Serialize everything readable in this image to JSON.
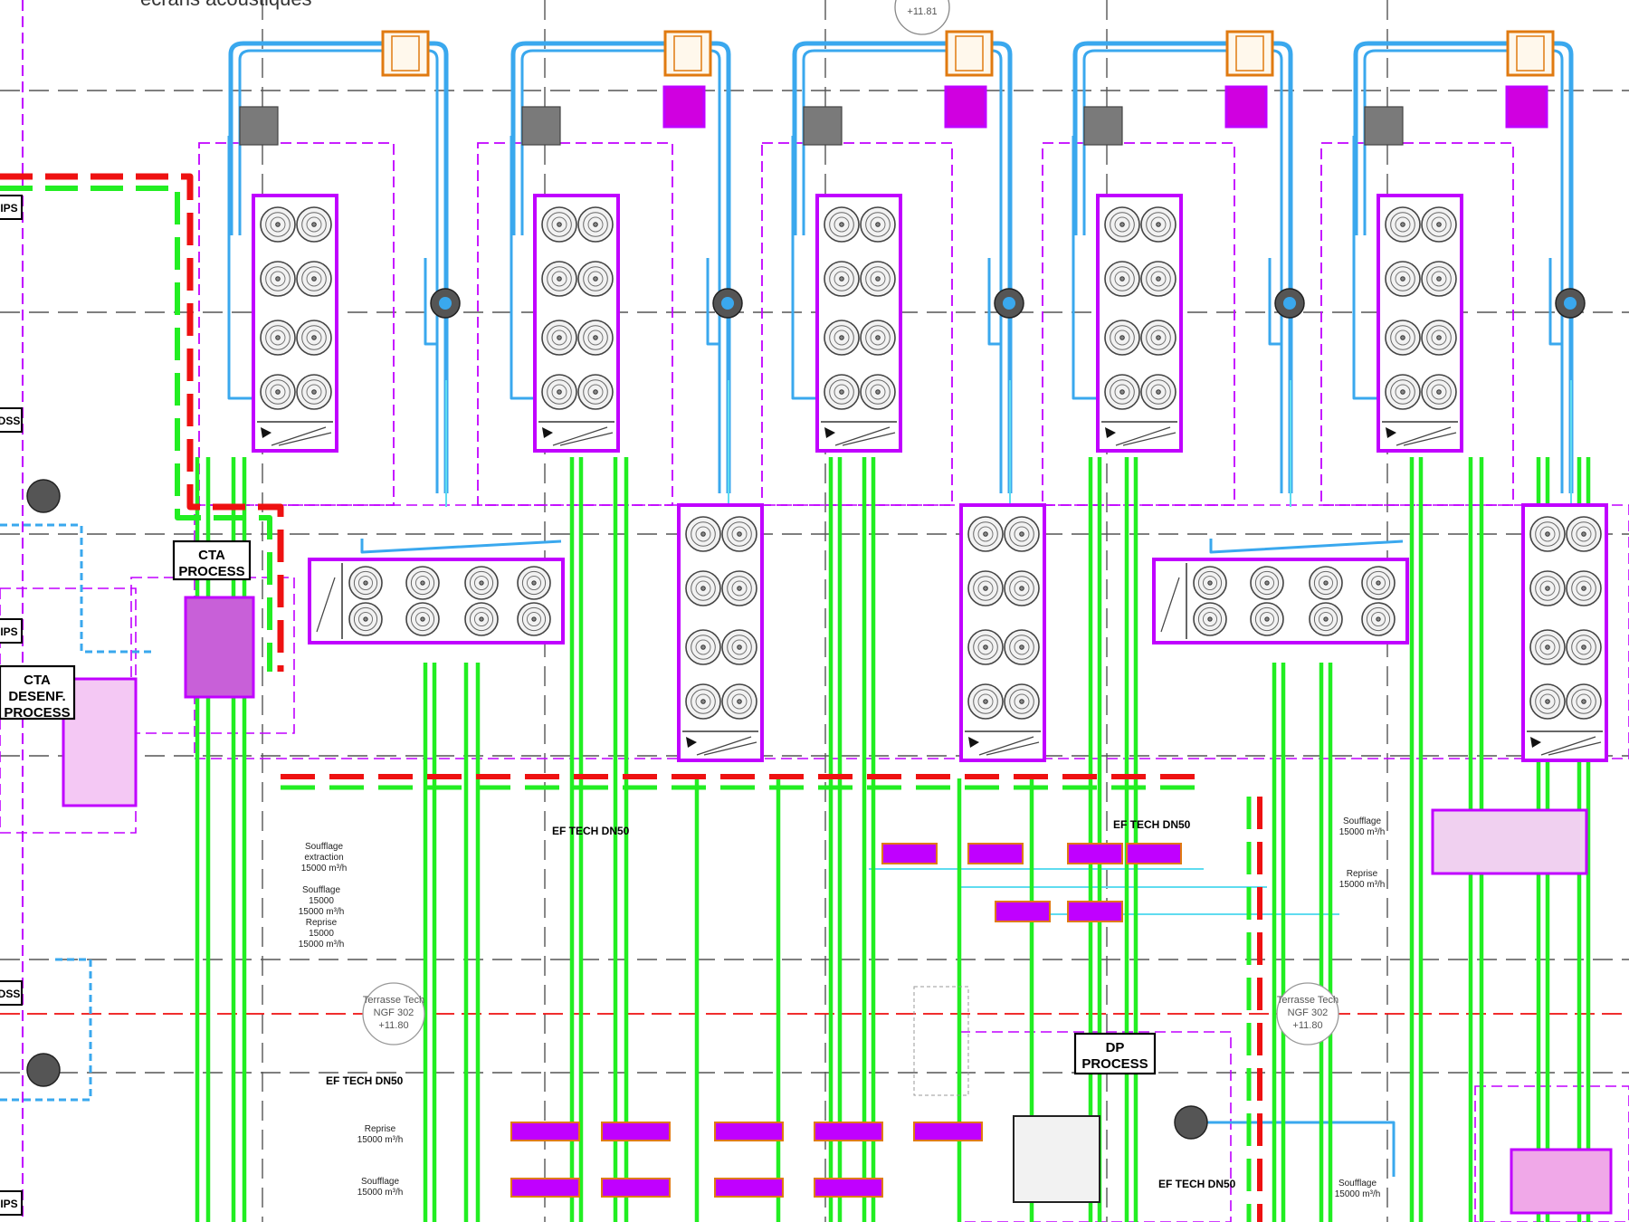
{
  "drawing": {
    "header_text": "écrans acoustiques",
    "level_marker_top": "+11.81",
    "cta_process": [
      "CTA",
      "PROCESS"
    ],
    "cta_desenf": [
      "CTA",
      "DESENF.",
      "PROCESS"
    ],
    "dp_process": [
      "DP",
      "PROCESS"
    ],
    "ef_tech_labels": [
      "EF TECH DN50",
      "EF TECH DN50",
      "EF TECH DN50",
      "EF TECH DN50"
    ],
    "tech_bubble_left": [
      "Terrasse Tech",
      "NGF 302",
      "+11.80"
    ],
    "tech_bubble_right": [
      "Terrasse Tech",
      "NGF 302",
      "+11.80"
    ],
    "flow_labels": [
      [
        "Soufflage",
        "extraction",
        "15000 m³/h"
      ],
      [
        "Soufflage",
        "15000",
        "15000 m³/h"
      ],
      [
        "Reprise",
        "15000",
        "15000 m³/h"
      ],
      [
        "Soufflage",
        "15000 m³/h"
      ],
      [
        "Reprise",
        "15000 m³/h"
      ],
      [
        "Reprise",
        "15000 m³/h"
      ],
      [
        "Soufflage",
        "15000 m³/h"
      ],
      [
        "Soufflage",
        "15000 m³/h"
      ]
    ],
    "edge_tags": [
      "IPS",
      "DSS",
      "IPS",
      "DSS",
      "IPS"
    ]
  },
  "colors": {
    "magenta": "#c000ff",
    "green": "#22ee22",
    "blue": "#3aa8ee",
    "cyan": "#5fdcf0",
    "red": "#ee1111",
    "orange": "#e07a10",
    "grid": "#555555"
  }
}
